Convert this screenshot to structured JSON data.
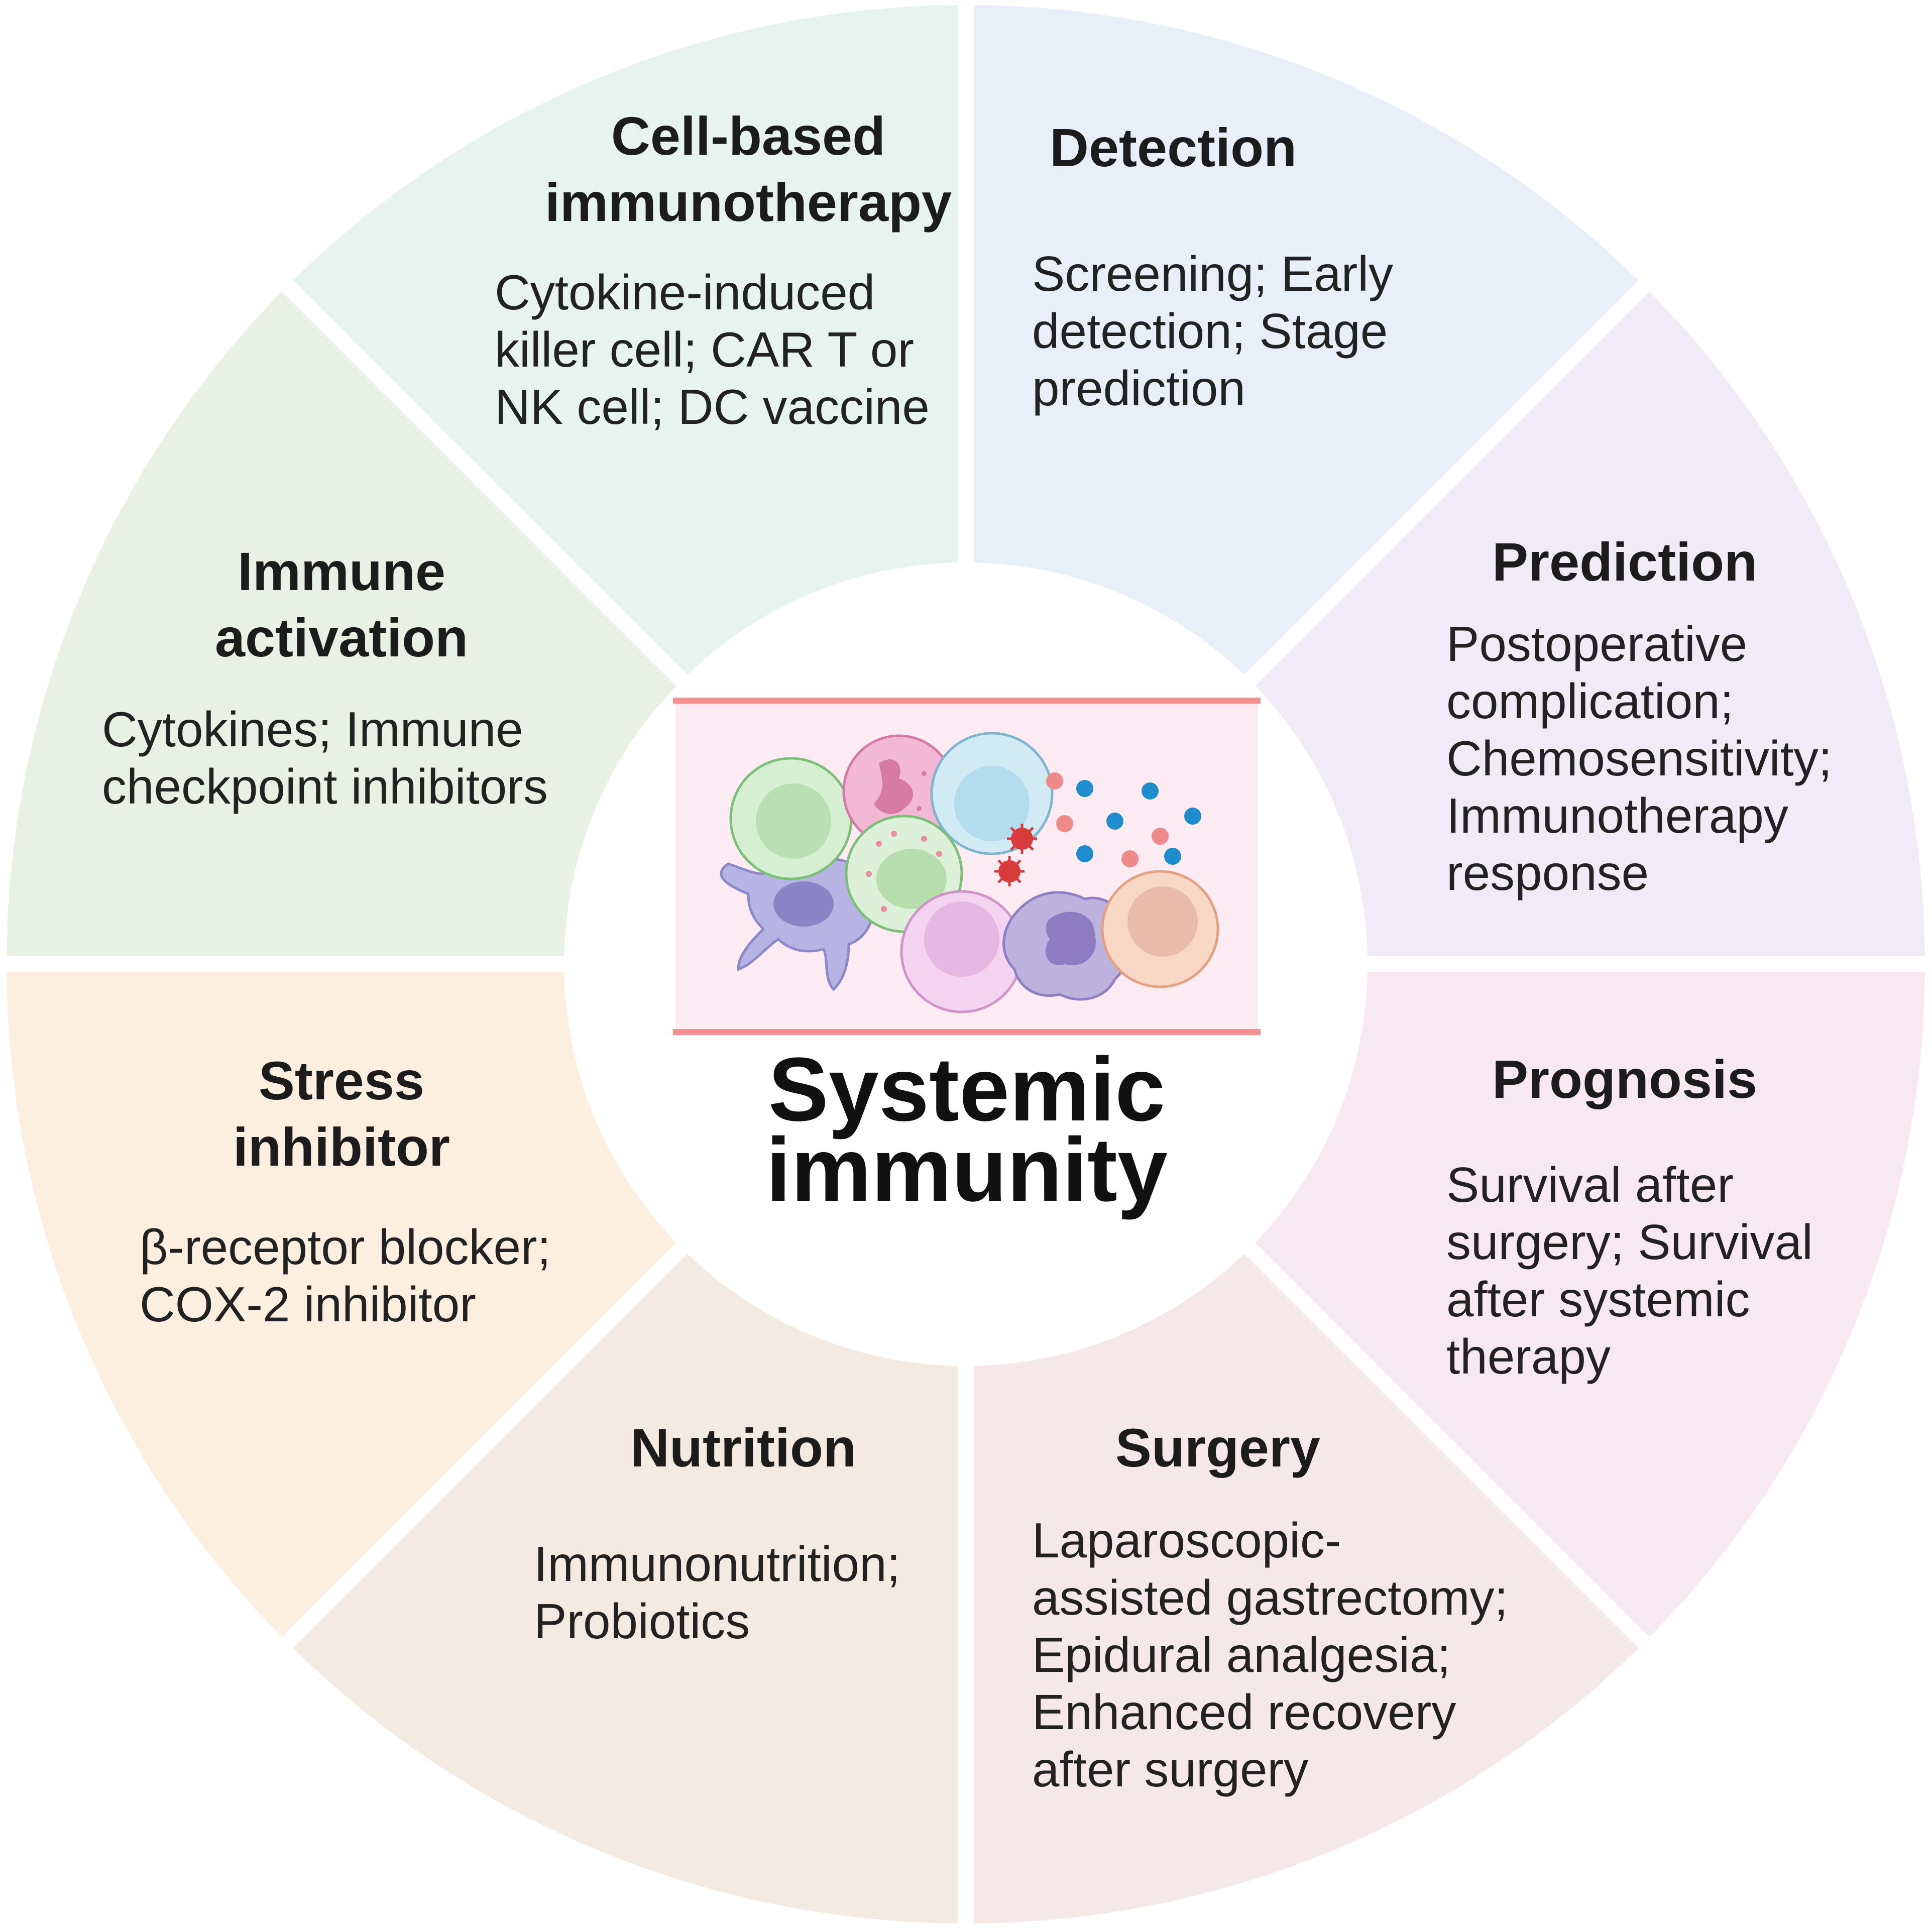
{
  "center": {
    "title": "Systemic\nimmunity"
  },
  "segments": [
    {
      "id": "cell-based",
      "title": "Cell-based\nimmunotherapy",
      "body": "Cytokine-induced\nkiller cell; CAR T or\nNK cell; DC vaccine",
      "color": "#e6f3ee"
    },
    {
      "id": "detection",
      "title": "Detection",
      "body": "Screening; Early\ndetection; Stage\nprediction",
      "color": "#e9eff8"
    },
    {
      "id": "prediction",
      "title": "Prediction",
      "body": "Postoperative\ncomplication;\nChemosensitivity;\nImmunotherapy\nresponse",
      "color": "#f0ebf5"
    },
    {
      "id": "prognosis",
      "title": "Prognosis",
      "body": "Survival after\nsurgery; Survival\nafter systemic\ntherapy",
      "color": "#f7e8f1"
    },
    {
      "id": "surgery",
      "title": "Surgery",
      "body": "Laparoscopic-\nassisted gastrectomy;\nEpidural analgesia;\nEnhanced recovery\nafter surgery",
      "color": "#f6e8e8"
    },
    {
      "id": "nutrition",
      "title": "Nutrition",
      "body": "Immunonutrition;\nProbiotics",
      "color": "#f3ebe2"
    },
    {
      "id": "stress",
      "title": "Stress\ninhibitor",
      "body": "β-receptor blocker;\nCOX-2 inhibitor",
      "color": "#fcefdf"
    },
    {
      "id": "immune-activation",
      "title": "Immune\nactivation",
      "body": "Cytokines; Immune\ncheckpoint inhibitors",
      "color": "#e9f1e4"
    }
  ],
  "colors": {
    "vessel_line": "#f29090",
    "vessel_fill": "#fcebf3"
  }
}
